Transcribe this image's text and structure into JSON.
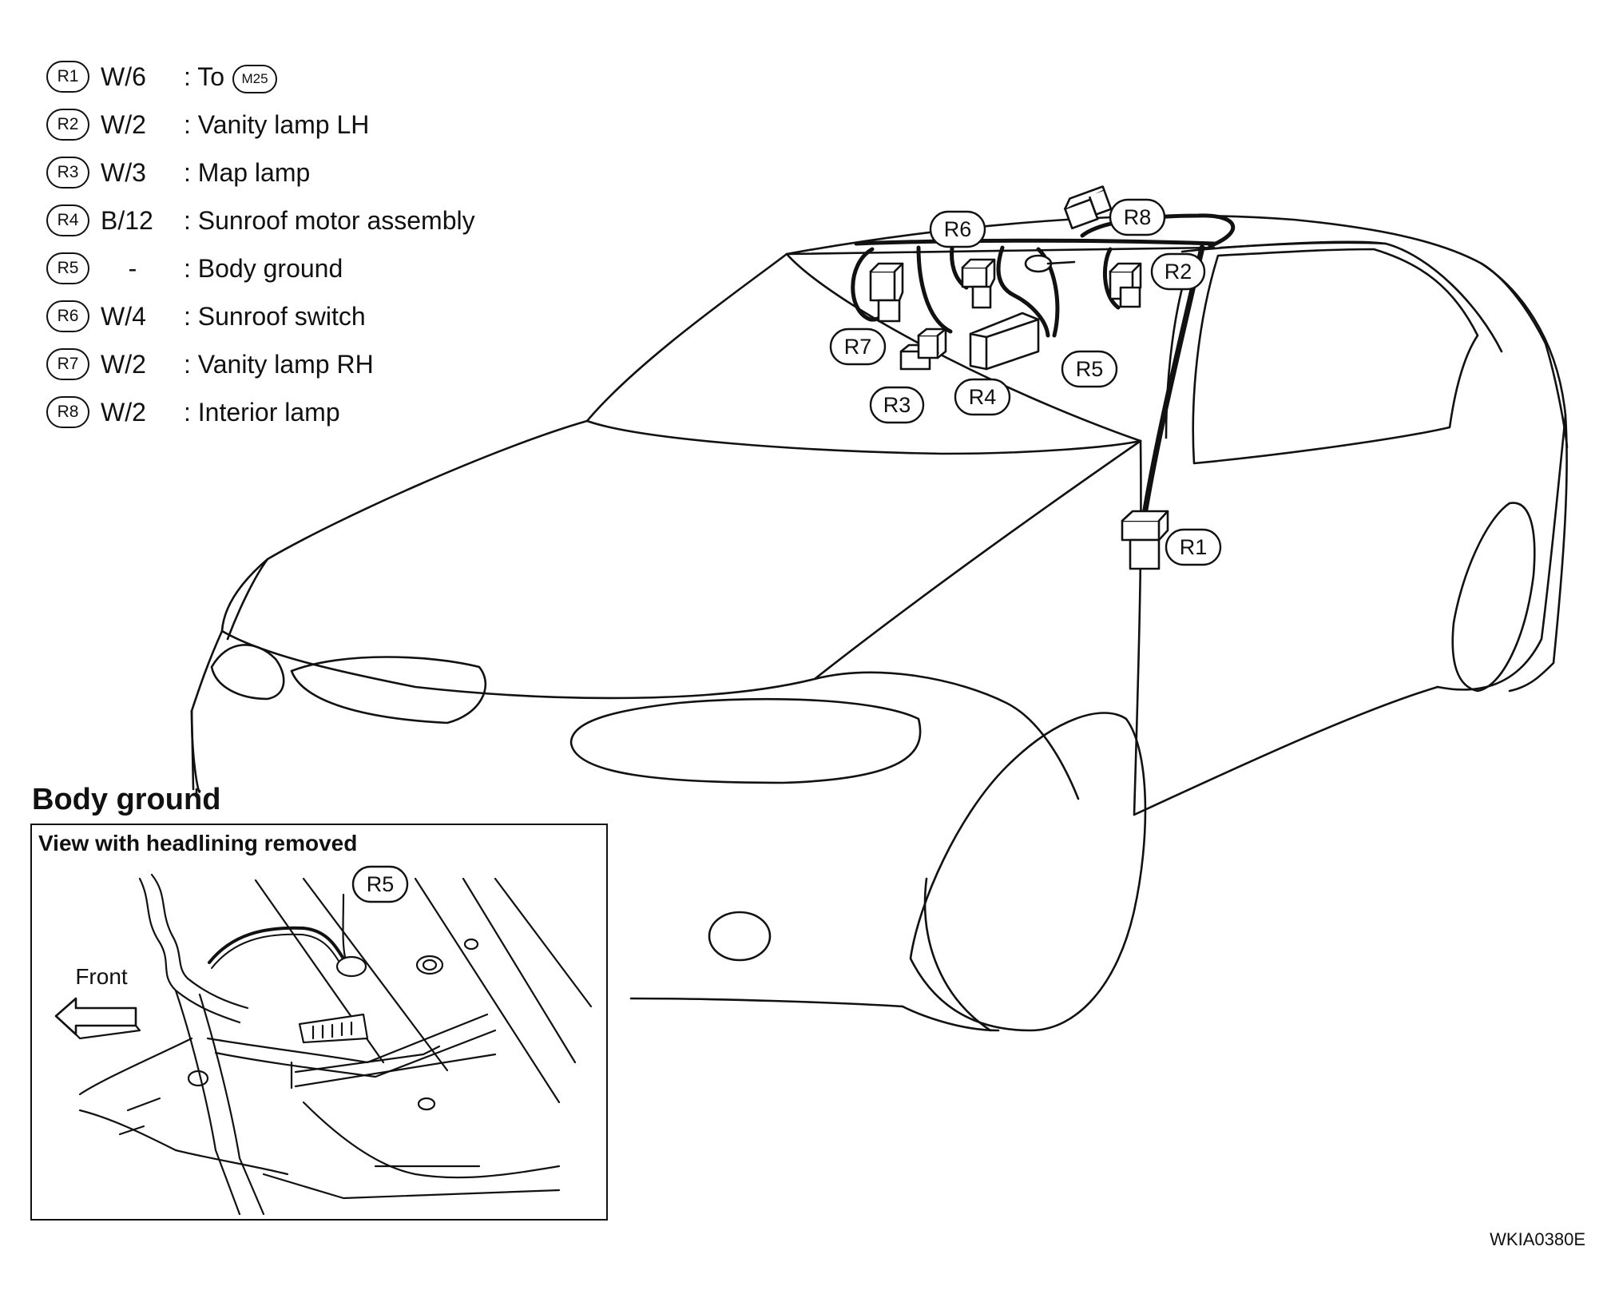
{
  "legend": {
    "rows": [
      {
        "tag": "R1",
        "wire": "W/6",
        "desc": ": To",
        "desc_tag": "M25"
      },
      {
        "tag": "R2",
        "wire": "W/2",
        "desc": ": Vanity lamp LH"
      },
      {
        "tag": "R3",
        "wire": "W/3",
        "desc": ": Map lamp"
      },
      {
        "tag": "R4",
        "wire": "B/12",
        "desc": ": Sunroof motor assembly"
      },
      {
        "tag": "R5",
        "wire": "-",
        "desc": ": Body ground"
      },
      {
        "tag": "R6",
        "wire": "W/4",
        "desc": ": Sunroof switch"
      },
      {
        "tag": "R7",
        "wire": "W/2",
        "desc": ": Vanity lamp RH"
      },
      {
        "tag": "R8",
        "wire": "W/2",
        "desc": ": Interior lamp"
      }
    ]
  },
  "callouts": {
    "r1": "R1",
    "r2": "R2",
    "r3": "R3",
    "r4": "R4",
    "r5": "R5",
    "r6": "R6",
    "r7": "R7",
    "r8": "R8"
  },
  "inset": {
    "section_title": "Body ground",
    "box_title": "View with headlining removed",
    "callout": "R5",
    "front_label": "Front"
  },
  "figure_code": "WKIA0380E"
}
